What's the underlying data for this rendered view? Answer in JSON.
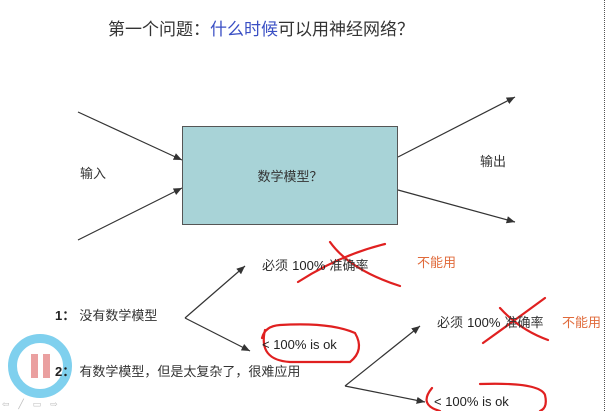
{
  "title": {
    "prefix": "第一个问题：",
    "highlight": "什么时候",
    "suffix": "可以用神经网络？"
  },
  "diagram": {
    "input": "输入",
    "output": "输出",
    "box": "数学模型？"
  },
  "cases": {
    "case1": {
      "num": "1：",
      "text": "没有数学模型"
    },
    "case2": {
      "num": "2：",
      "text": "有数学模型，但是太复杂了，很难应用"
    }
  },
  "branches": {
    "must_prefix": "必须 ",
    "must_pct": "100%",
    "must_suffix": " 准确率",
    "cannot": "不能用",
    "ok": "< 100% is ok"
  },
  "player": {
    "nav": "⇦ ╱ ▭ ⇨"
  },
  "colors": {
    "box": "#a8d3d7",
    "highlight": "#3a4fc4",
    "annotation": "#e02020",
    "cannot": "#e06a3a"
  }
}
